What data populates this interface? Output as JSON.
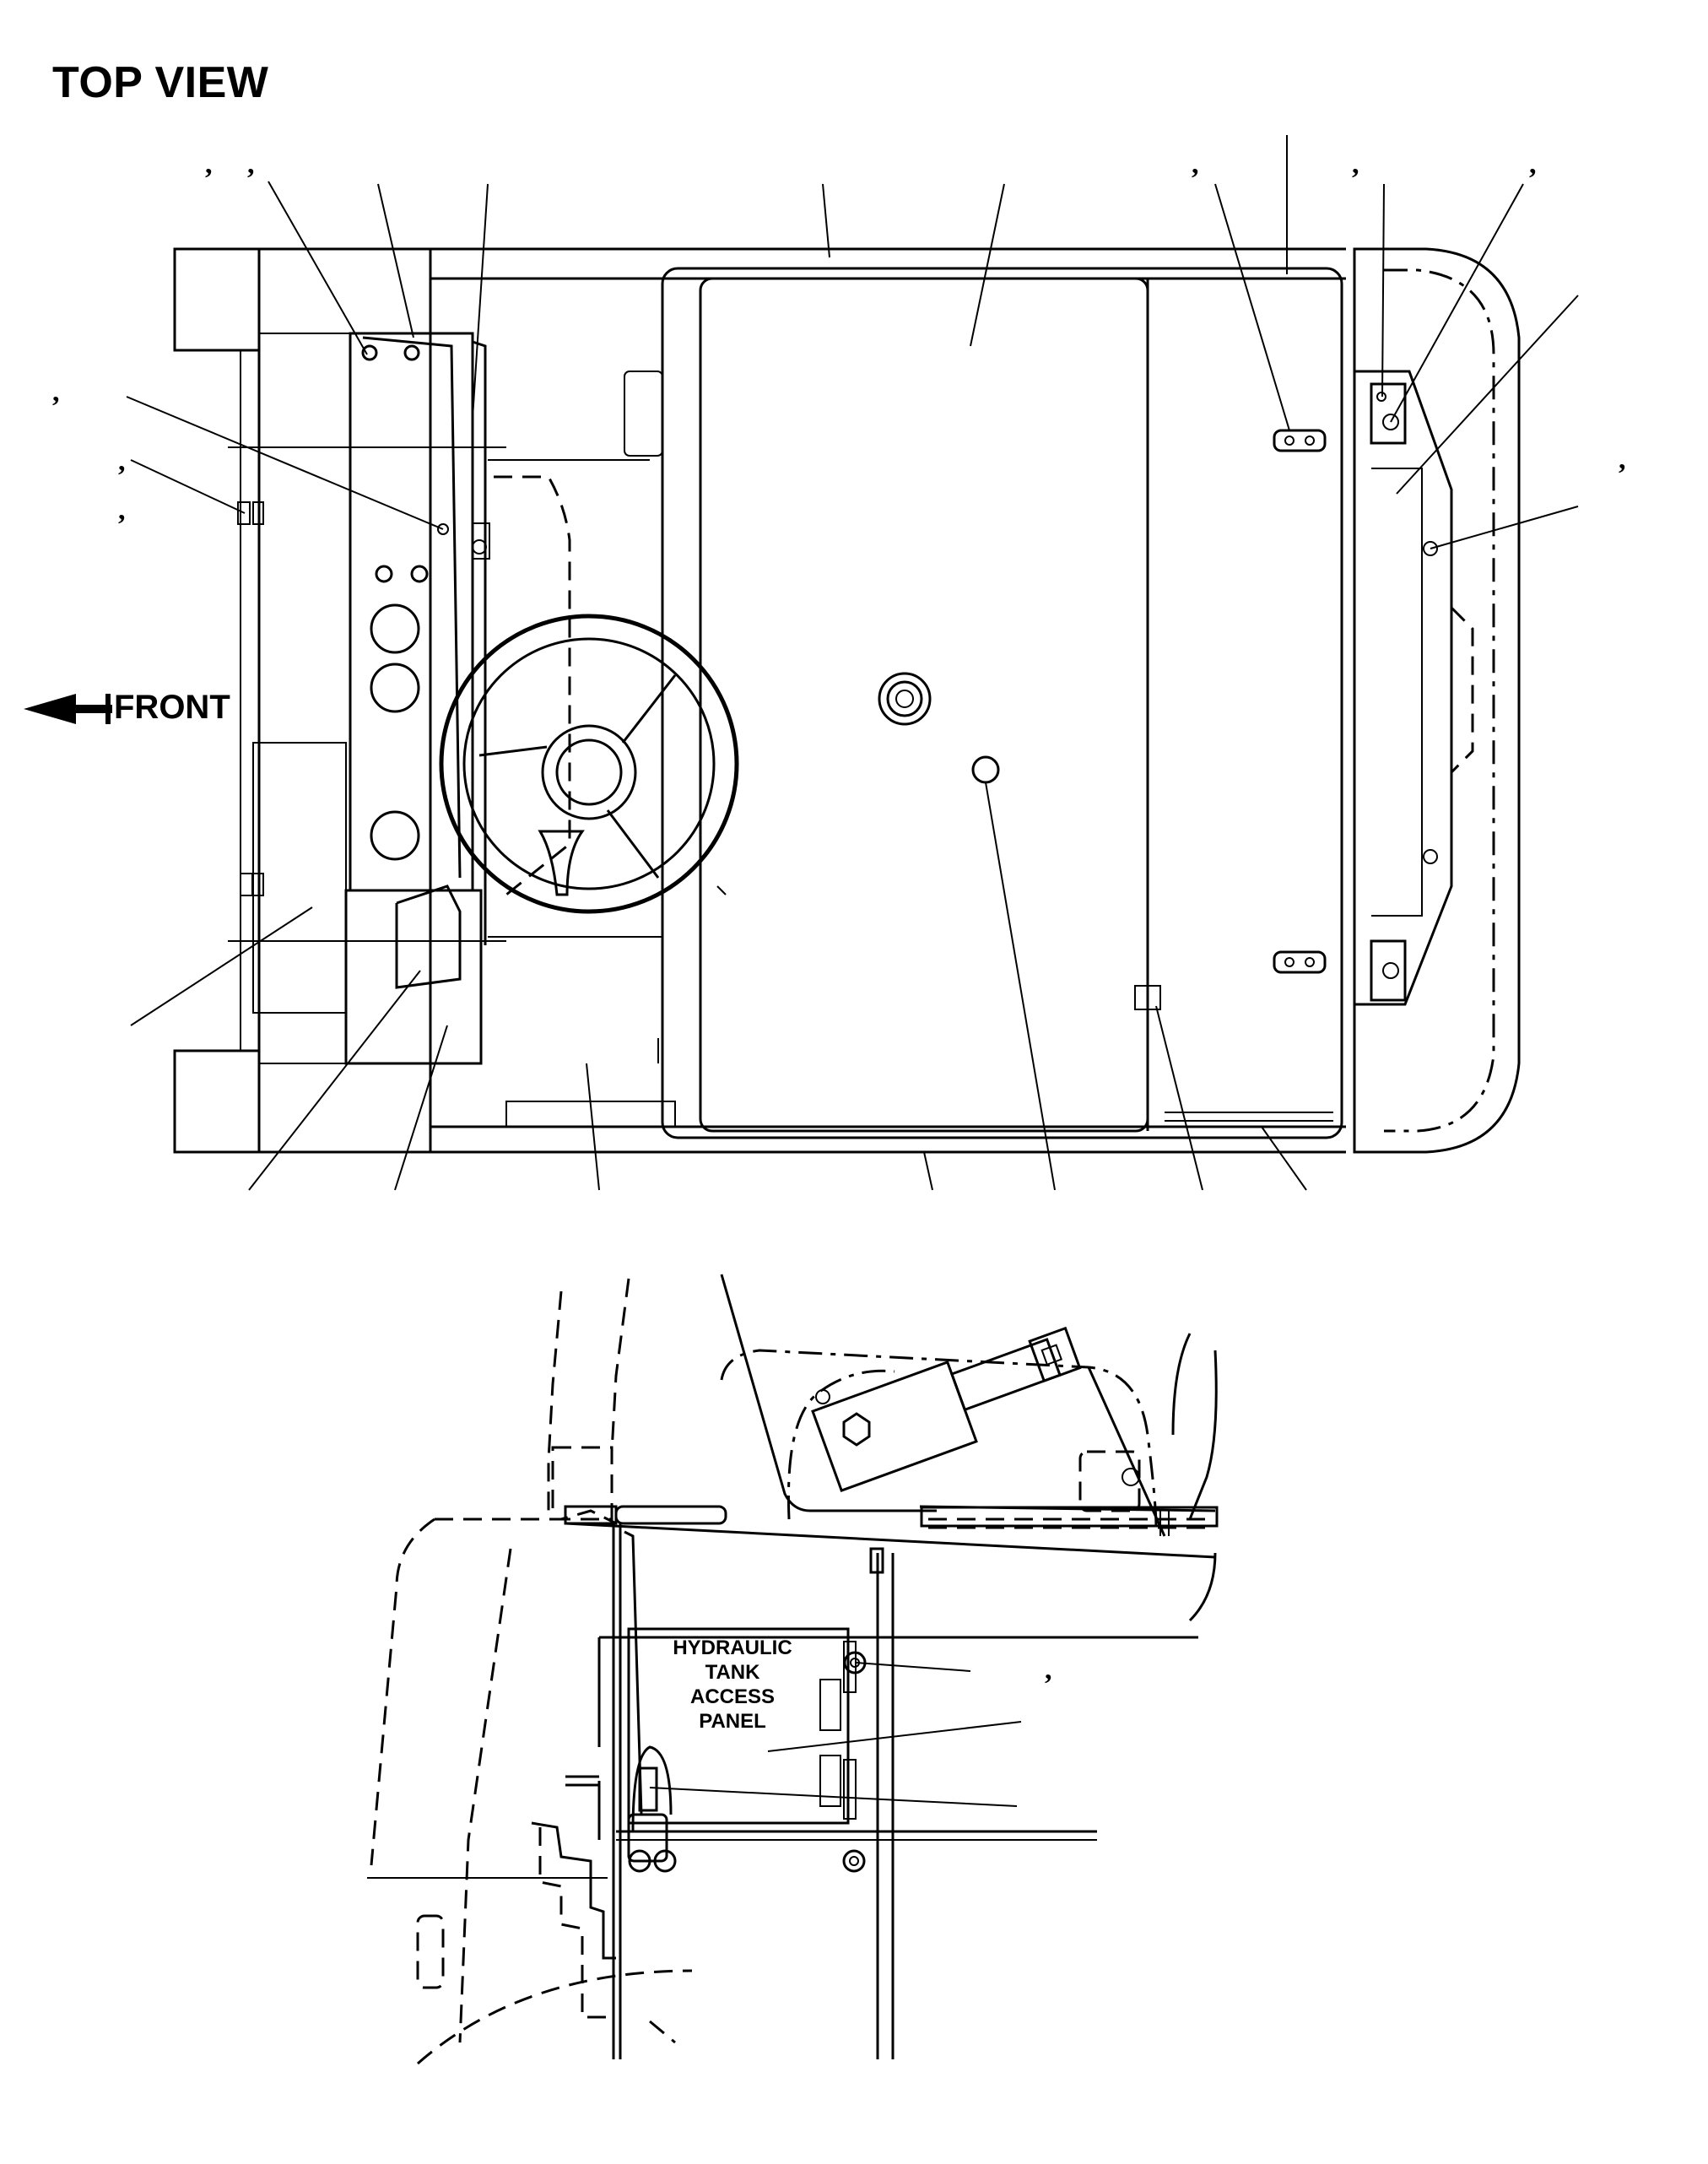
{
  "title": "TOP VIEW",
  "front_label": "FRONT",
  "panel_label": [
    "HYDRAULIC",
    "TANK",
    "ACCESS",
    "PANEL"
  ],
  "callout_ticks": [
    ",",
    ",",
    ",",
    ",",
    ",",
    ",",
    ",",
    ",",
    ",",
    ","
  ]
}
